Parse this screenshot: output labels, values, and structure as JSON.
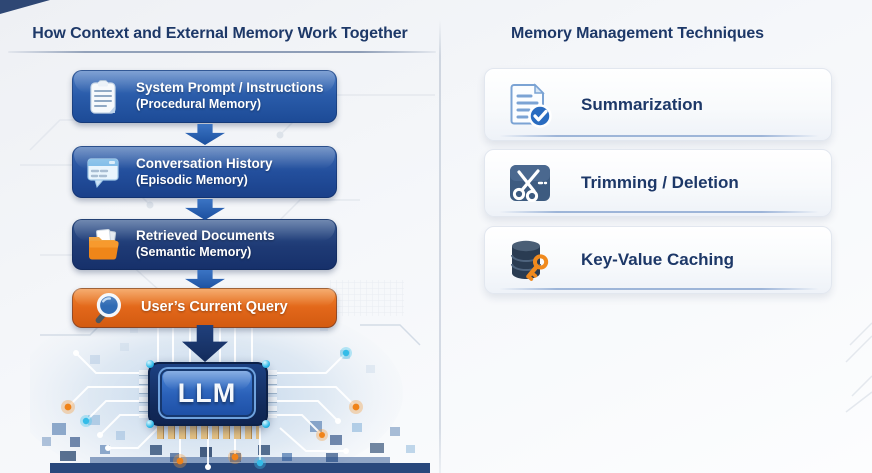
{
  "left_panel": {
    "title": "How Context and External Memory Work Together",
    "flow_boxes": [
      {
        "label": "System Prompt / Instructions",
        "sublabel": "(Procedural Memory)",
        "icon": "clipboard-icon"
      },
      {
        "label": "Conversation History",
        "sublabel": "(Episodic Memory)",
        "icon": "chat-window-icon"
      },
      {
        "label": "Retrieved Documents",
        "sublabel": "(Semantic Memory)",
        "icon": "folder-icon"
      },
      {
        "label": "User’s Current Query",
        "sublabel": "",
        "icon": "magnifier-icon"
      }
    ],
    "chip_label": "LLM"
  },
  "right_panel": {
    "title": "Memory Management Techniques",
    "cards": [
      {
        "label": "Summarization",
        "icon": "document-check-icon"
      },
      {
        "label": "Trimming / Deletion",
        "icon": "scissors-icon"
      },
      {
        "label": "Key-Value Caching",
        "icon": "database-key-icon"
      }
    ]
  },
  "colors": {
    "title_navy": "#1d3868",
    "flow_blue": "#2a5caa",
    "flow_blue_dark": "#234f9d",
    "flow_navy": "#1e3a75",
    "flow_orange": "#e2671a",
    "arrow_blue": "#1f57ac",
    "chip_body_navy": "#142f63",
    "chip_screen_blue": "#2e6ac6",
    "pin_gold": "#d9b06a",
    "glow_orange": "#f08a24",
    "glow_cyan": "#3fc6ee",
    "card_border": "#e2e7ef"
  }
}
